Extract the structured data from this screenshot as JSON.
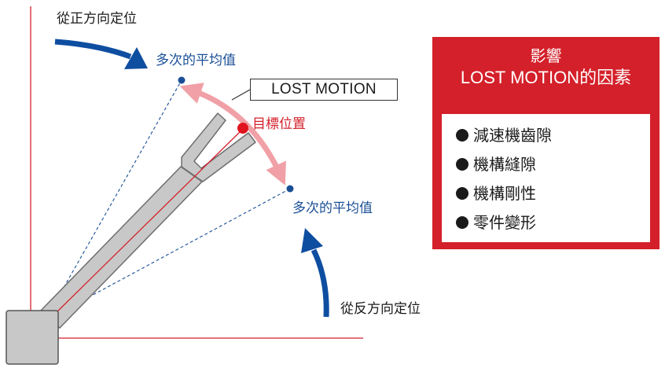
{
  "labels": {
    "forward_positioning": "從正方向定位",
    "reverse_positioning": "從反方向定位",
    "average_top": "多次的平均值",
    "average_bottom": "多次的平均值",
    "target_position": "目標位置",
    "lost_motion": "LOST MOTION"
  },
  "factors_panel": {
    "title_line1": "影響",
    "title_line2": "LOST MOTION的因素",
    "items": [
      {
        "label": "減速機齒隙"
      },
      {
        "label": "機構縫隙"
      },
      {
        "label": "機構剛性"
      },
      {
        "label": "零件變形"
      }
    ]
  },
  "colors": {
    "axis": "#d4202a",
    "arm_fill": "#c8c8c8",
    "arm_stroke": "#6e6e6e",
    "blue": "#1a4f96",
    "arrow_blue": "#0e4ea0",
    "lost_motion_arc": "#f0a0a6",
    "target_red": "#e0141e",
    "panel_red": "#d4202a"
  }
}
